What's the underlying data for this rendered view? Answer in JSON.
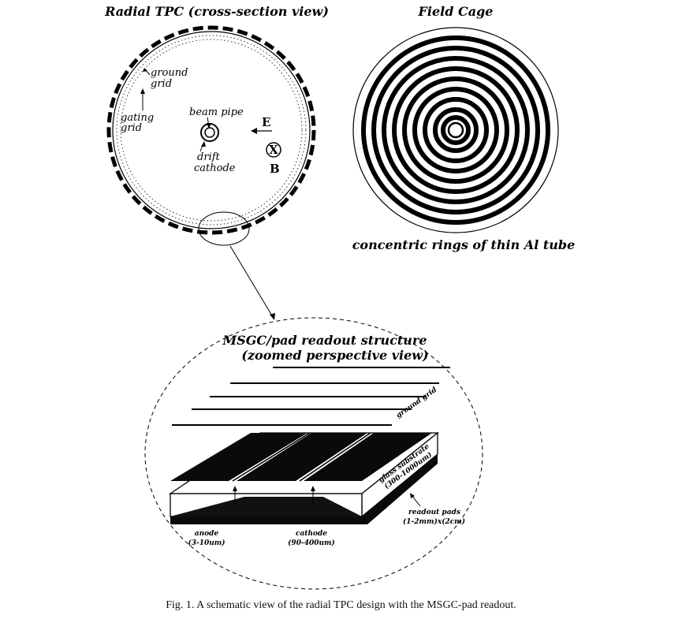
{
  "tpc": {
    "title": "Radial TPC (cross-section view)",
    "ground_grid_line1": "ground",
    "ground_grid_line2": "grid",
    "gating_grid_line1": "gating",
    "gating_grid_line2": "grid",
    "beam_pipe": "beam pipe",
    "drift_cathode_line1": "drift",
    "drift_cathode_line2": "cathode",
    "e_field": "E",
    "b_symbol": "X",
    "b_field": "B"
  },
  "field_cage": {
    "title": "Field Cage",
    "caption": "concentric rings of thin Al tube"
  },
  "readout": {
    "title_line1": "MSGC/pad readout structure",
    "title_line2": "(zoomed perspective view)",
    "ground_grid": "ground grid",
    "glass_substrate_line1": "glass substrate",
    "glass_substrate_line2": "(300-1000um)",
    "readout_pads_line1": "readout pads",
    "readout_pads_line2": "(1-2mm)x(2cm)",
    "anode_line1": "anode",
    "anode_line2": "(3-10um)",
    "cathode_line1": "cathode",
    "cathode_line2": "(90-400um)"
  },
  "caption": "Fig. 1. A schematic view of the radial TPC design with the MSGC-pad readout."
}
